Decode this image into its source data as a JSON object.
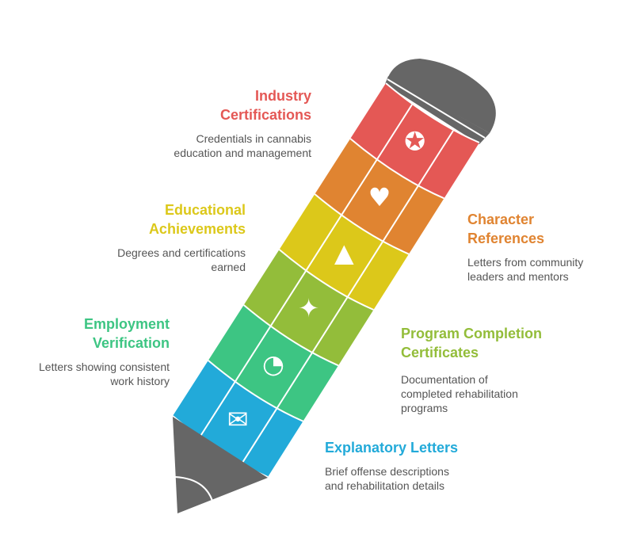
{
  "items": [
    {
      "title_1": "Industry",
      "title_2": "Certifications",
      "desc_1": "Credentials in cannabis",
      "desc_2": "education and management",
      "color": "#e45855",
      "icon": "certificate-icon",
      "glyph": "✪"
    },
    {
      "title_1": "Character",
      "title_2": "References",
      "desc_1": "Letters from community",
      "desc_2": "leaders and mentors",
      "color": "#e08431",
      "icon": "heart-handshake-icon",
      "glyph": "♥"
    },
    {
      "title_1": "Educational",
      "title_2": "Achievements",
      "desc_1": "Degrees and certifications",
      "desc_2": "earned",
      "color": "#dcc81a",
      "icon": "graduation-cap-icon",
      "glyph": "▲"
    },
    {
      "title_1": "Program Completion",
      "title_2": "Certificates",
      "desc_1": "Documentation of",
      "desc_2": "completed rehabilitation",
      "desc_3": "programs",
      "color": "#93bd3a",
      "icon": "document-badge-icon",
      "glyph": "✦"
    },
    {
      "title_1": "Employment",
      "title_2": "Verification",
      "desc_1": "Letters showing consistent",
      "desc_2": "work history",
      "color": "#3dc583",
      "icon": "clock-person-icon",
      "glyph": "◔"
    },
    {
      "title_1": "Explanatory Letters",
      "desc_1": "Brief offense descriptions",
      "desc_2": "and rehabilitation details",
      "color": "#22aad9",
      "icon": "pencil-envelope-icon",
      "glyph": "✉"
    }
  ],
  "pencil_color": "#666666"
}
